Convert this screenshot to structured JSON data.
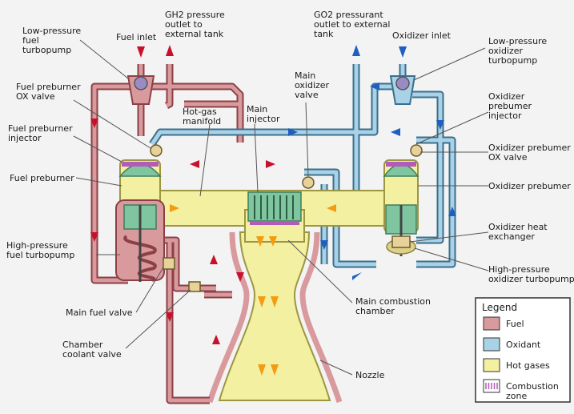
{
  "labels": {
    "fuel_inlet": "Fuel inlet",
    "gh2_outlet": [
      "GH2 pressure",
      "outlet to",
      "external tank"
    ],
    "go2_outlet": [
      "GO2 pressurant",
      "outlet to external",
      "tank"
    ],
    "oxidizer_inlet": "Oxidizer inlet",
    "lp_fuel_turbopump": [
      "Low-pressure",
      "fuel",
      "turbopump"
    ],
    "fuel_preburner_ox_valve": [
      "Fuel preburner",
      "OX valve"
    ],
    "fuel_preburner_injector": [
      "Fuel preburner",
      "injector"
    ],
    "fuel_preburner": "Fuel preburner",
    "hp_fuel_turbopump": [
      "High-pressure",
      "fuel turbopump"
    ],
    "main_fuel_valve": "Main fuel valve",
    "chamber_coolant_valve": [
      "Chamber",
      "coolant valve"
    ],
    "hot_gas_manifold": [
      "Hot-gas",
      "manifold"
    ],
    "main_injector": [
      "Main",
      "injector"
    ],
    "main_oxidizer_valve": [
      "Main",
      "oxidizer",
      "valve"
    ],
    "lp_oxidizer_turbopump": [
      "Low-pressure",
      "oxidizer",
      "turbopump"
    ],
    "oxidizer_preburner_injector": [
      "Oxidizer",
      "prebumer",
      "injector"
    ],
    "oxidizer_preburner_ox_valve": [
      "Oxidizer prebumer",
      "OX valve"
    ],
    "oxidizer_preburner": "Oxidizer prebumer",
    "oxidizer_heat_exchanger": [
      "Oxidizer heat",
      "exchanger"
    ],
    "hp_oxidizer_turbopump": [
      "High-pressure",
      "oxidizer turbopump"
    ],
    "main_combustion_chamber": [
      "Main combustion",
      "chamber"
    ],
    "nozzle": "Nozzle"
  },
  "legend": {
    "title": "Legend",
    "items": [
      {
        "label": [
          "Fuel"
        ],
        "color": "#d99a9e"
      },
      {
        "label": [
          "Oxidant"
        ],
        "color": "#a9d2e6"
      },
      {
        "label": [
          "Hot gases"
        ],
        "color": "#f4f0a2"
      },
      {
        "label": [
          "Combustion",
          "zone"
        ],
        "color": "#b35bb8"
      }
    ]
  },
  "colors": {
    "fuel": "#d99a9e",
    "fuel_line": "#8c4046",
    "oxidant": "#a9d2e6",
    "oxidant_line": "#3a6f8f",
    "hot": "#f4f0a2",
    "hot_line": "#9c9640",
    "component": "#7fc6a0",
    "combustion": "#b35bb8",
    "fuel_arrow": "#c8102e",
    "ox_arrow": "#1f5fbf",
    "hot_arrow": "#f39c12"
  }
}
